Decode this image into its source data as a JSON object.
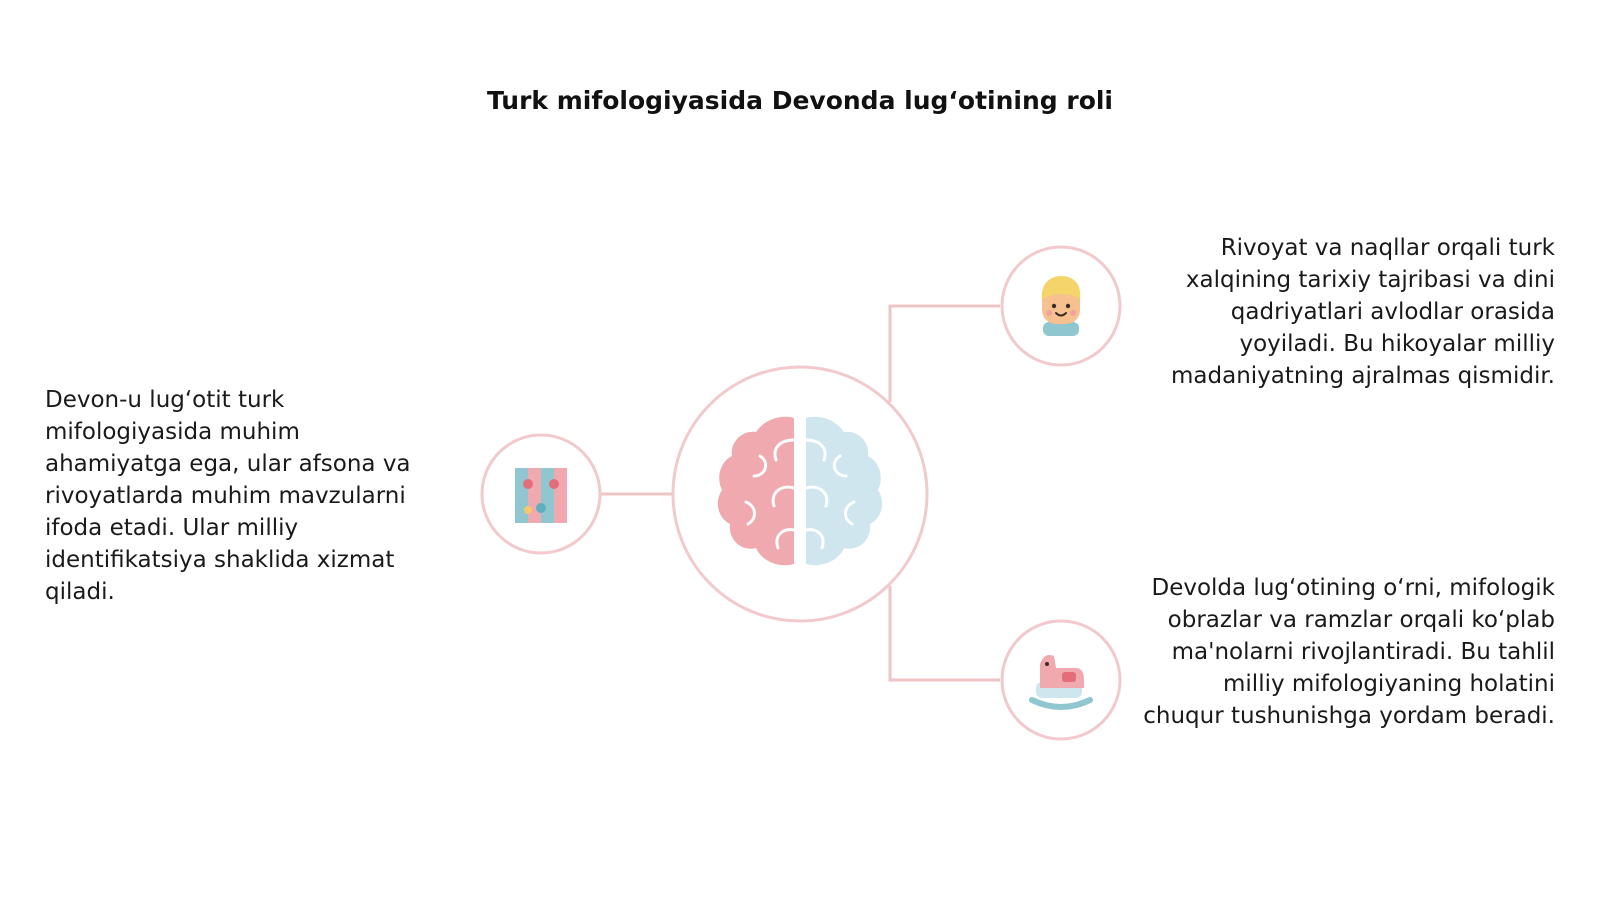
{
  "title": "Turk mifologiyasida Devonda lug‘otining roli",
  "colors": {
    "accent_ring": "#f2c9cc",
    "connector": "#eec4c7",
    "brain_left": "#f0a9ae",
    "brain_right": "#cfe6ee"
  },
  "nodes": {
    "center": {
      "icon": "brain-icon"
    },
    "left": {
      "icon": "puzzle-icon",
      "text": "Devon-u lug‘otit turk mifologiyasida muhim ahamiyatga ega, ular afsona va rivoyatlarda muhim mavzularni ifoda etadi. Ular milliy identifikatsiya shaklida xizmat qiladi."
    },
    "right_top": {
      "icon": "child-face-icon",
      "text": "Rivoyat va naqllar orqali turk xalqining tarixiy tajribasi va dini qadriyatlari avlodlar orasida yoyiladi. Bu hikoyalar milliy madaniyatning ajralmas qismidir."
    },
    "right_bottom": {
      "icon": "rocking-horse-icon",
      "text": "Devolda lug‘otining o‘rni, mifologik obrazlar va ramzlar orqali ko‘plab ma'nolarni rivojlantiradi. Bu tahlil milliy mifologiyaning holatini chuqur tushunishga yordam beradi."
    }
  }
}
